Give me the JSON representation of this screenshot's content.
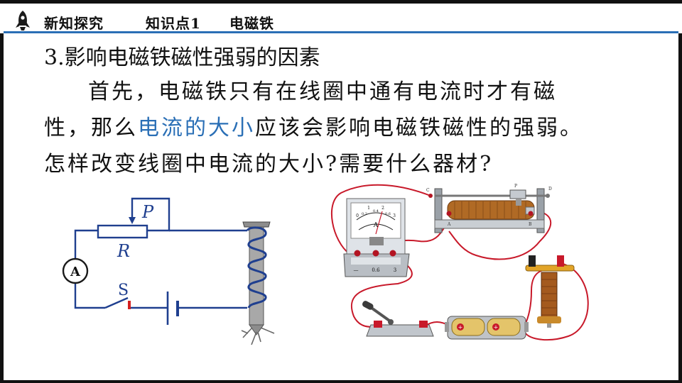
{
  "header": {
    "section": "新知探究",
    "point": "知识点1",
    "topic": "电磁铁"
  },
  "title": "3.影响电磁铁磁性强弱的因素",
  "paragraph": {
    "line1": "首先，电磁铁只有在线圈中通有电流时才有磁",
    "line2_a": "性，那么",
    "line2_highlight": "电流的大小",
    "line2_b": "应该会影响电磁铁磁性的强弱。",
    "line3": "怎样改变线圈中电流的大小?需要什么器材?"
  },
  "circuit": {
    "label_p": "P",
    "label_r": "R",
    "label_a": "A",
    "label_s": "S"
  },
  "apparatus": {
    "ammeter_letter": "A",
    "ammeter_scale": [
      "0",
      "1",
      "2",
      "3",
      "0.2",
      "0.4",
      "0.6"
    ],
    "ammeter_terminals": [
      "—",
      "0.6",
      "3"
    ],
    "rheostat_letters": [
      "C",
      "P",
      "D",
      "A",
      "B"
    ],
    "battery_sign": "+"
  },
  "colors": {
    "accent": "#2a6fb6",
    "wire_circuit": "#1f3f8f",
    "wire_photo": "#c8192a"
  }
}
